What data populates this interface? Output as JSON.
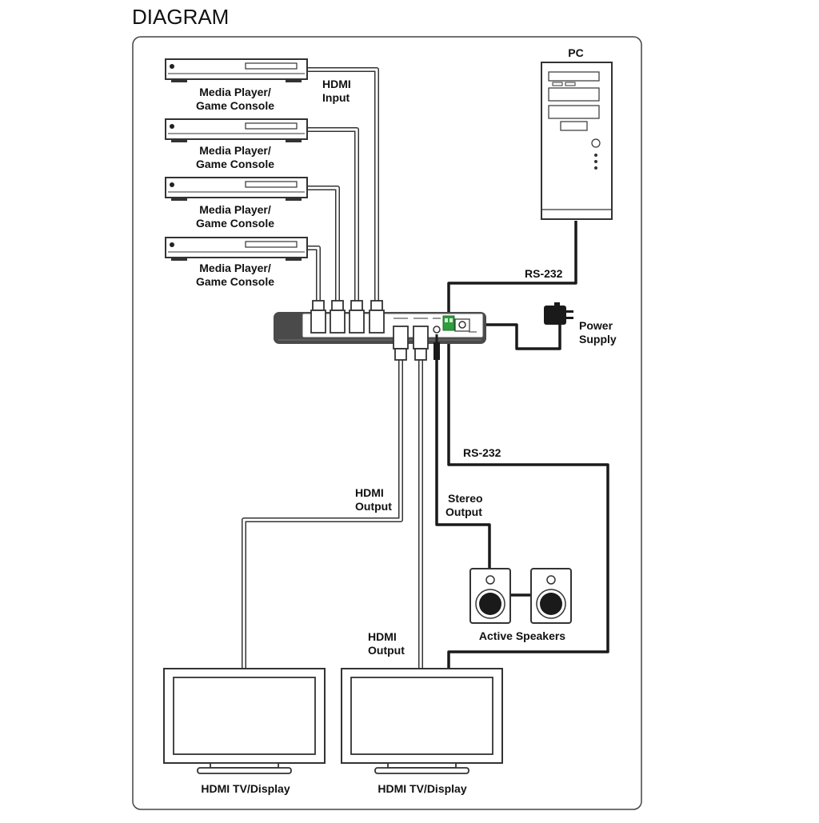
{
  "title": "DIAGRAM",
  "labels": {
    "media_player": [
      "Media Player/",
      "Game Console"
    ],
    "hdmi_input": [
      "HDMI",
      "Input"
    ],
    "pc": "PC",
    "rs232": "RS-232",
    "power_supply": [
      "Power",
      "Supply"
    ],
    "hdmi_output": [
      "HDMI",
      "Output"
    ],
    "stereo_output": [
      "Stereo",
      "Output"
    ],
    "active_speakers": "Active Speakers",
    "tv_display": "HDMI TV/Display"
  }
}
